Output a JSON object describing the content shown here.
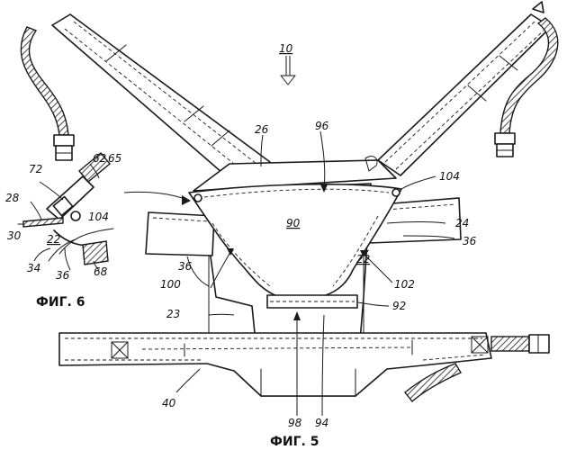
{
  "figures": {
    "fig5_caption": "ФИГ. 5",
    "fig6_caption": "ФИГ. 6"
  },
  "labels": {
    "main_carrier": "10",
    "top_edge": "26",
    "seat_top_edge": "96",
    "shoulder_buckle": "104",
    "panel_center": "90",
    "side_strap_right": "24",
    "side_panel_right": "36",
    "side_panel_left": "36",
    "inner_panel": "22",
    "arrow_left": "100",
    "arrow_right": "102",
    "strap_23": "23",
    "seat_band": "92",
    "waist_belt": "40",
    "seat_center_98": "98",
    "seat_center_94": "94",
    "detail_72": "72",
    "detail_62": "62",
    "detail_65": "65",
    "detail_28": "28",
    "detail_104": "104",
    "detail_30": "30",
    "detail_22": "22",
    "detail_34": "34",
    "detail_36": "36",
    "detail_68": "68"
  }
}
